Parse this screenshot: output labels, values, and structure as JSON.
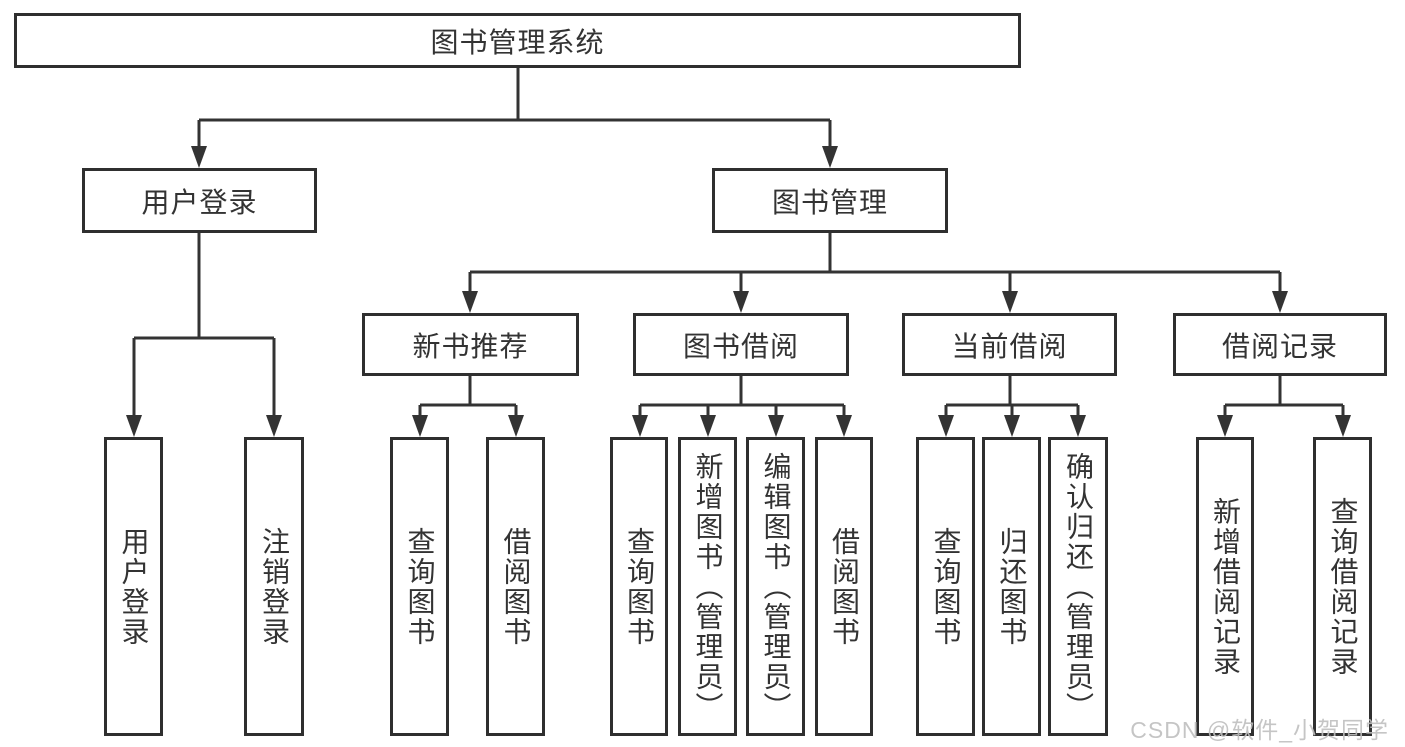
{
  "tree": {
    "root": {
      "label": "图书管理系统"
    },
    "userLogin": {
      "label": "用户登录",
      "children": [
        "用户登录",
        "注销登录"
      ]
    },
    "bookMgmt": {
      "label": "图书管理",
      "groups": [
        {
          "label": "新书推荐",
          "children": [
            "查询图书",
            "借阅图书"
          ]
        },
        {
          "label": "图书借阅",
          "children": [
            "查询图书",
            "新增图书（管理员）",
            "编辑图书（管理员）",
            "借阅图书"
          ]
        },
        {
          "label": "当前借阅",
          "children": [
            "查询图书",
            "归还图书",
            "确认归还（管理员）"
          ]
        },
        {
          "label": "借阅记录",
          "children": [
            "新增借阅记录",
            "查询借阅记录"
          ]
        }
      ]
    }
  },
  "watermark": {
    "text": "CSDN @软件_小贺同学"
  },
  "colors": {
    "line": "#333333",
    "box_border": "#2f2f2f",
    "label_text": "#333333",
    "watermark": "#bfbfbf",
    "background": "#ffffff"
  }
}
